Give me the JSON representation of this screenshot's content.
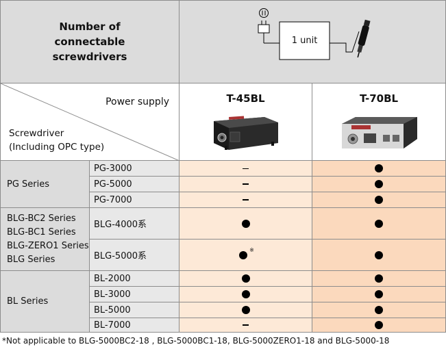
{
  "header": {
    "left_title": "Number of connectable screwdrivers",
    "unit_box_label": "1 unit"
  },
  "columns": {
    "power_supply_label": "Power supply",
    "screwdriver_label_line1": "Screwdriver",
    "screwdriver_label_line2": "(Including OPC type)",
    "supplies": [
      {
        "name": "T-45BL"
      },
      {
        "name": "T-70BL"
      }
    ]
  },
  "rows": [
    {
      "series": "PG Series",
      "model": "PG-3000",
      "t45": "dash",
      "t70": "dot"
    },
    {
      "series": "",
      "model": "PG-5000",
      "t45": "dash",
      "t70": "dot"
    },
    {
      "series": "",
      "model": "PG-7000",
      "t45": "dash",
      "t70": "dot"
    },
    {
      "series": "BLG-BC2 Series\nBLG-BC1 Series\nBLG-ZERO1 Series\nBLG Series",
      "model": "BLG-4000系",
      "t45": "dot",
      "t70": "dot"
    },
    {
      "series": "",
      "model": "BLG-5000系",
      "t45": "dot-note",
      "t70": "dot"
    },
    {
      "series": "BL Series",
      "model": "BL-2000",
      "t45": "dot",
      "t70": "dot"
    },
    {
      "series": "",
      "model": "BL-3000",
      "t45": "dot",
      "t70": "dot"
    },
    {
      "series": "",
      "model": "BL-5000",
      "t45": "dot",
      "t70": "dot"
    },
    {
      "series": "",
      "model": "BL-7000",
      "t45": "dash",
      "t70": "dot"
    }
  ],
  "groups": {
    "pg": "PG Series",
    "blg_lines": [
      "BLG-BC2 Series",
      "BLG-BC1 Series",
      "BLG-ZERO1 Series",
      "BLG Series"
    ],
    "bl": "BL Series"
  },
  "note_mark": "※",
  "footnote": "*Not applicable to BLG-5000BC2-18 , BLG-5000BC1-18, BLG-5000ZERO1-18 and BLG-5000-18",
  "colors": {
    "header_gray": "#dcdcdc",
    "t45_bg": "#fde9d7",
    "t70_bg": "#fbd9bd"
  },
  "icons": [
    "power-outlet-icon",
    "plug-icon",
    "screwdriver-icon",
    "controller-t45bl-image",
    "controller-t70bl-image"
  ]
}
